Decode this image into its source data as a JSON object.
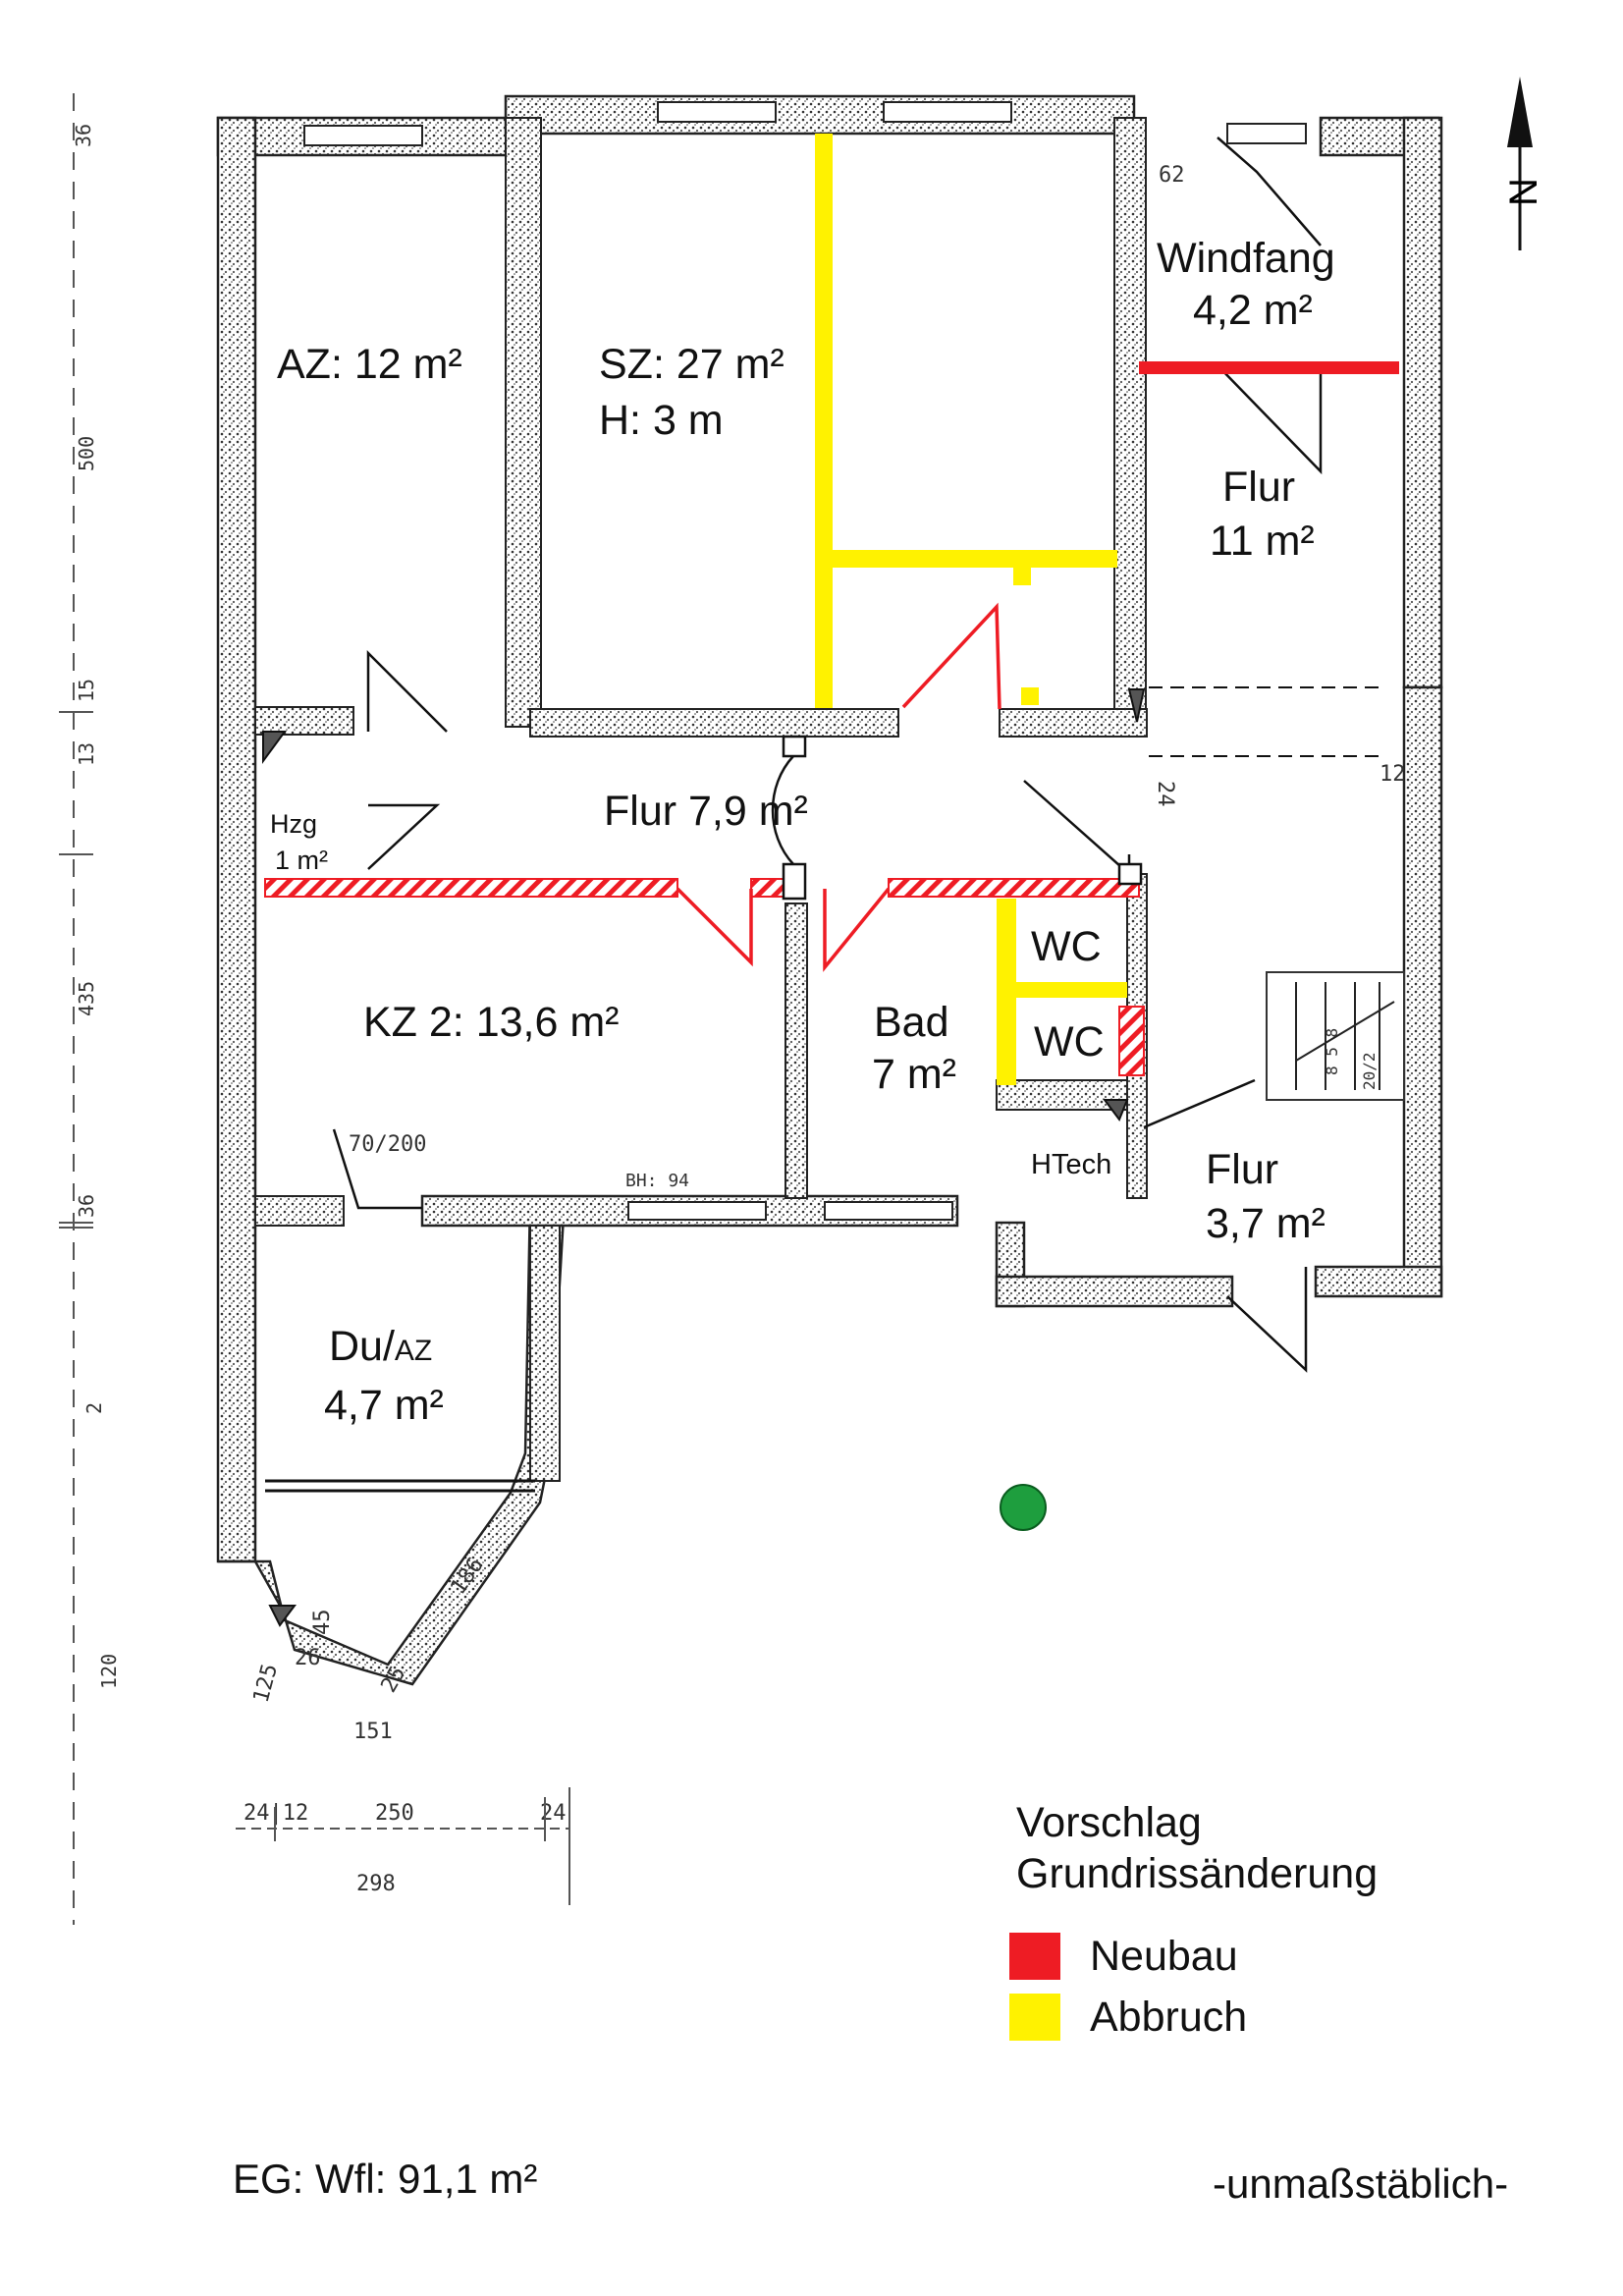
{
  "plan": {
    "rooms": {
      "az": "AZ: 12 m²",
      "sz_line1": "SZ: 27 m²",
      "sz_line2": "H: 3 m",
      "windfang_line1": "Windfang",
      "windfang_line2": "4,2 m²",
      "flur_north_line1": "Flur",
      "flur_north_line2": "11 m²",
      "flur_center": "Flur 7,9 m²",
      "hzg_line1": "Hzg",
      "hzg_line2": "1 m²",
      "wc_upper": "WC",
      "wc_lower": "WC",
      "kz2": "KZ 2: 13,6 m²",
      "bad_line1": "Bad",
      "bad_line2": "7 m²",
      "htech": "HTech",
      "flur_south_line1": "Flur",
      "flur_south_line2": "3,7 m²",
      "du_az_line1": "Du/",
      "du_az_small": "AZ",
      "du_az_line2": "4,7 m²"
    },
    "dimensions": {
      "d62": "62",
      "d12": "12",
      "d24_east": "24",
      "d70_200": "70/200",
      "bh94": "BH: 94",
      "d186": "186",
      "d45": "45",
      "d26": "26",
      "d125": "125",
      "d25": "25",
      "d151": "151",
      "d24_12": "24|12",
      "d250": "250",
      "d24_b": "24",
      "d298": "298",
      "side_36_top": "36",
      "side_500": "500",
      "side_13": "13",
      "side_15": "15",
      "side_435": "435",
      "side_36_mid": "36",
      "side_2": "2",
      "side_120": "120",
      "stair_a": "8 5 8",
      "stair_b": "20/2"
    },
    "north_symbol": "N"
  },
  "legend": {
    "title_line1": "Vorschlag",
    "title_line2": "Grundrissänderung",
    "items": [
      {
        "label": "Neubau",
        "color": "#ee1c24"
      },
      {
        "label": "Abbruch",
        "color": "#fff200"
      }
    ]
  },
  "footer": {
    "area": "EG: Wfl: 91,1 m²",
    "scale_note": "-unmaßstäblich-"
  },
  "colors": {
    "wall": "#4a4a4a",
    "neubau": "#ee1c24",
    "abbruch": "#fff200",
    "marker": "#1e9e3e"
  }
}
